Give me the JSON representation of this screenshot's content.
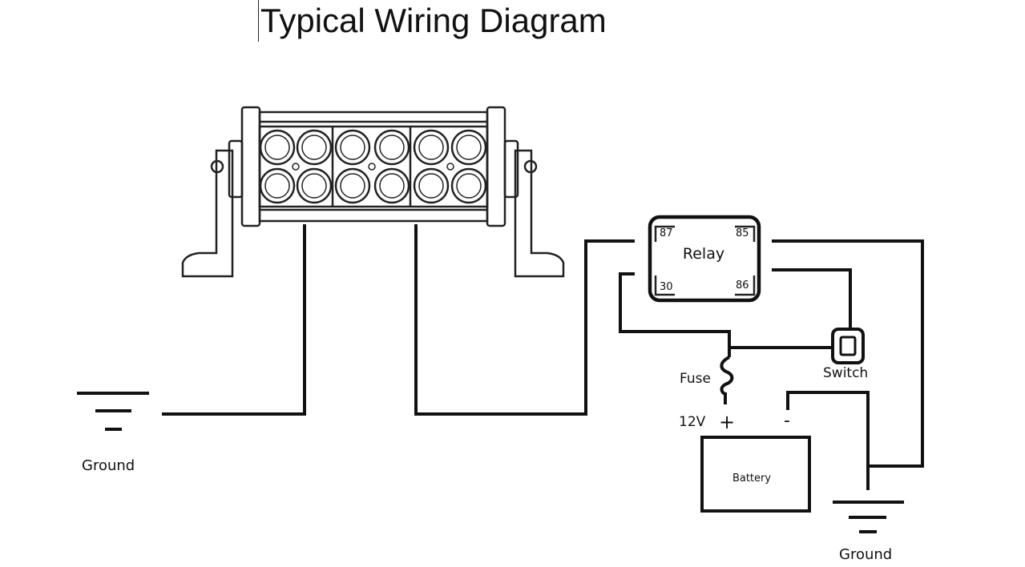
{
  "title": "Typical Wiring Diagram",
  "relay": {
    "label": "Relay",
    "pins": {
      "p87": "87",
      "p85": "85",
      "p30": "30",
      "p86": "86"
    }
  },
  "labels": {
    "ground_left": "Ground",
    "ground_right": "Ground",
    "fuse": "Fuse",
    "switch": "Switch",
    "voltage": "12V",
    "plus": "+",
    "minus": "-",
    "battery": "Battery"
  }
}
